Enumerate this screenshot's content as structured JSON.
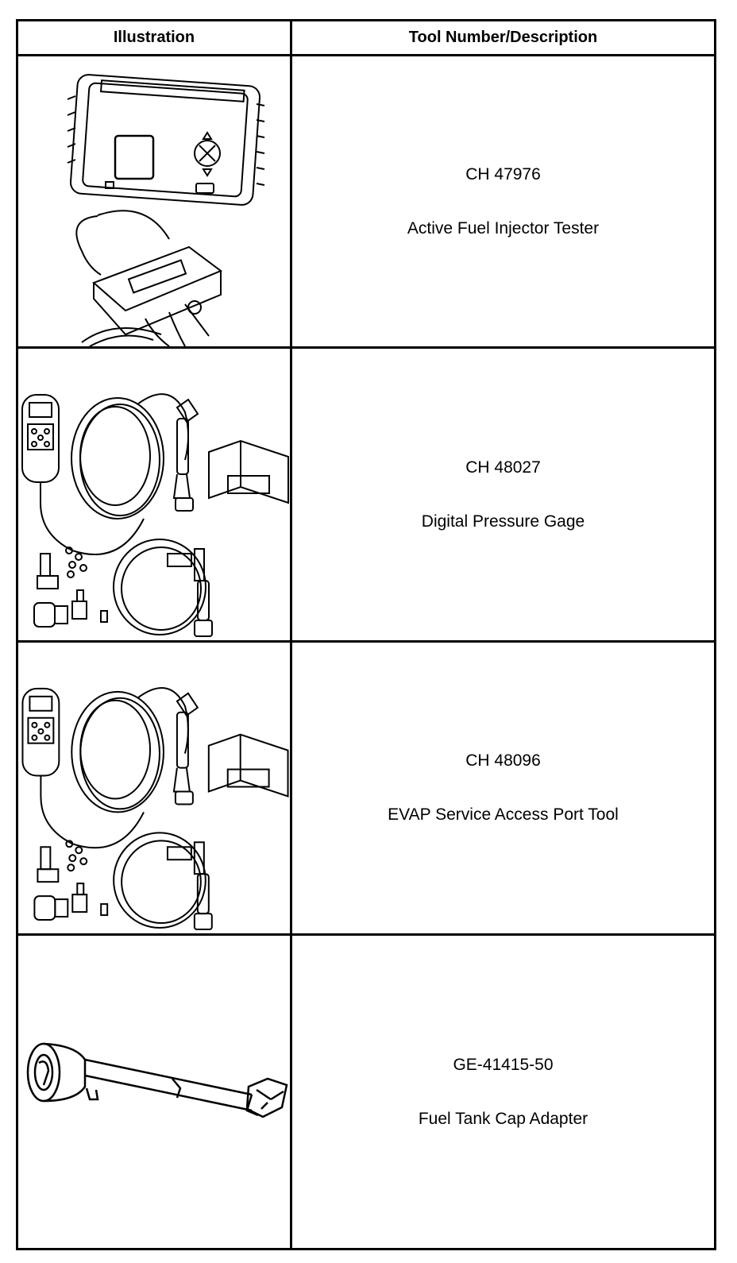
{
  "table": {
    "headers": {
      "illustration": "Illustration",
      "tool": "Tool Number/Description"
    },
    "rows": [
      {
        "number": "CH 47976",
        "description": "Active Fuel Injector Tester",
        "illustration_icon": "fuel-injector-tester-icon"
      },
      {
        "number": "CH 48027",
        "description": "Digital Pressure Gage",
        "illustration_icon": "digital-pressure-gage-icon"
      },
      {
        "number": "CH 48096",
        "description": "EVAP Service Access Port Tool",
        "illustration_icon": "evap-service-port-tool-icon"
      },
      {
        "number": "GE-41415-50",
        "description": "Fuel Tank Cap Adapter",
        "illustration_icon": "fuel-tank-cap-adapter-icon"
      }
    ]
  }
}
